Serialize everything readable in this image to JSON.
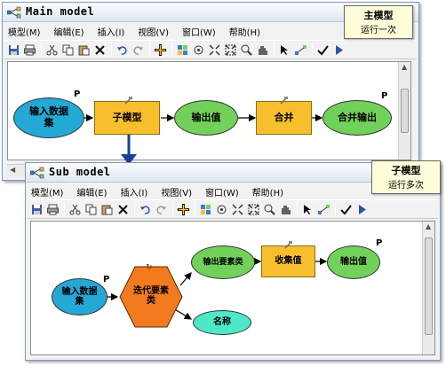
{
  "main_window": {
    "title": "Main model",
    "menu": [
      "模型(M)",
      "编辑(E)",
      "插入(I)",
      "视图(V)",
      "窗口(W)",
      "帮助(H)"
    ],
    "nodes": {
      "input_dataset": "输入数据集",
      "sub_model": "子模型",
      "output_value": "输出值",
      "merge": "合并",
      "merge_output": "合并输出"
    },
    "p_marks": {
      "input": "P",
      "merge_output": "P"
    },
    "callout": {
      "heading": "主模型",
      "subtext": "运行一次"
    }
  },
  "sub_window": {
    "title": "Sub model",
    "menu": [
      "模型(M)",
      "编辑(E)",
      "插入(I)",
      "视图(V)",
      "窗口(W)",
      "帮助(H)"
    ],
    "nodes": {
      "input_dataset": "输入数据集",
      "iterate": "迭代要素类",
      "output_feature_class": "输出要素类",
      "collect_values": "收集值",
      "output_value": "输出值",
      "name": "名称"
    },
    "p_marks": {
      "input": "P",
      "output": "P"
    },
    "callout": {
      "heading": "子模型",
      "subtext": "运行多次"
    }
  },
  "colors": {
    "dataset_blue": "#24a8d4",
    "derived_green": "#72d15b",
    "tool_orange": "#f7be2d",
    "iterator_orange": "#f27a1f",
    "variable_cyan": "#4de8c8",
    "connector_blue": "#1a3f9a"
  },
  "toolbar_icons": [
    "save-icon",
    "print-icon",
    "cut-icon",
    "copy-icon",
    "paste-icon",
    "delete-icon",
    "undo-icon",
    "redo-icon",
    "add-data-icon",
    "select-all-icon",
    "full-extent-icon",
    "zoom-in-fixed-icon",
    "zoom-out-fixed-icon",
    "zoom-icon",
    "pan-icon",
    "select-icon",
    "connect-icon",
    "validate-icon",
    "run-icon"
  ]
}
